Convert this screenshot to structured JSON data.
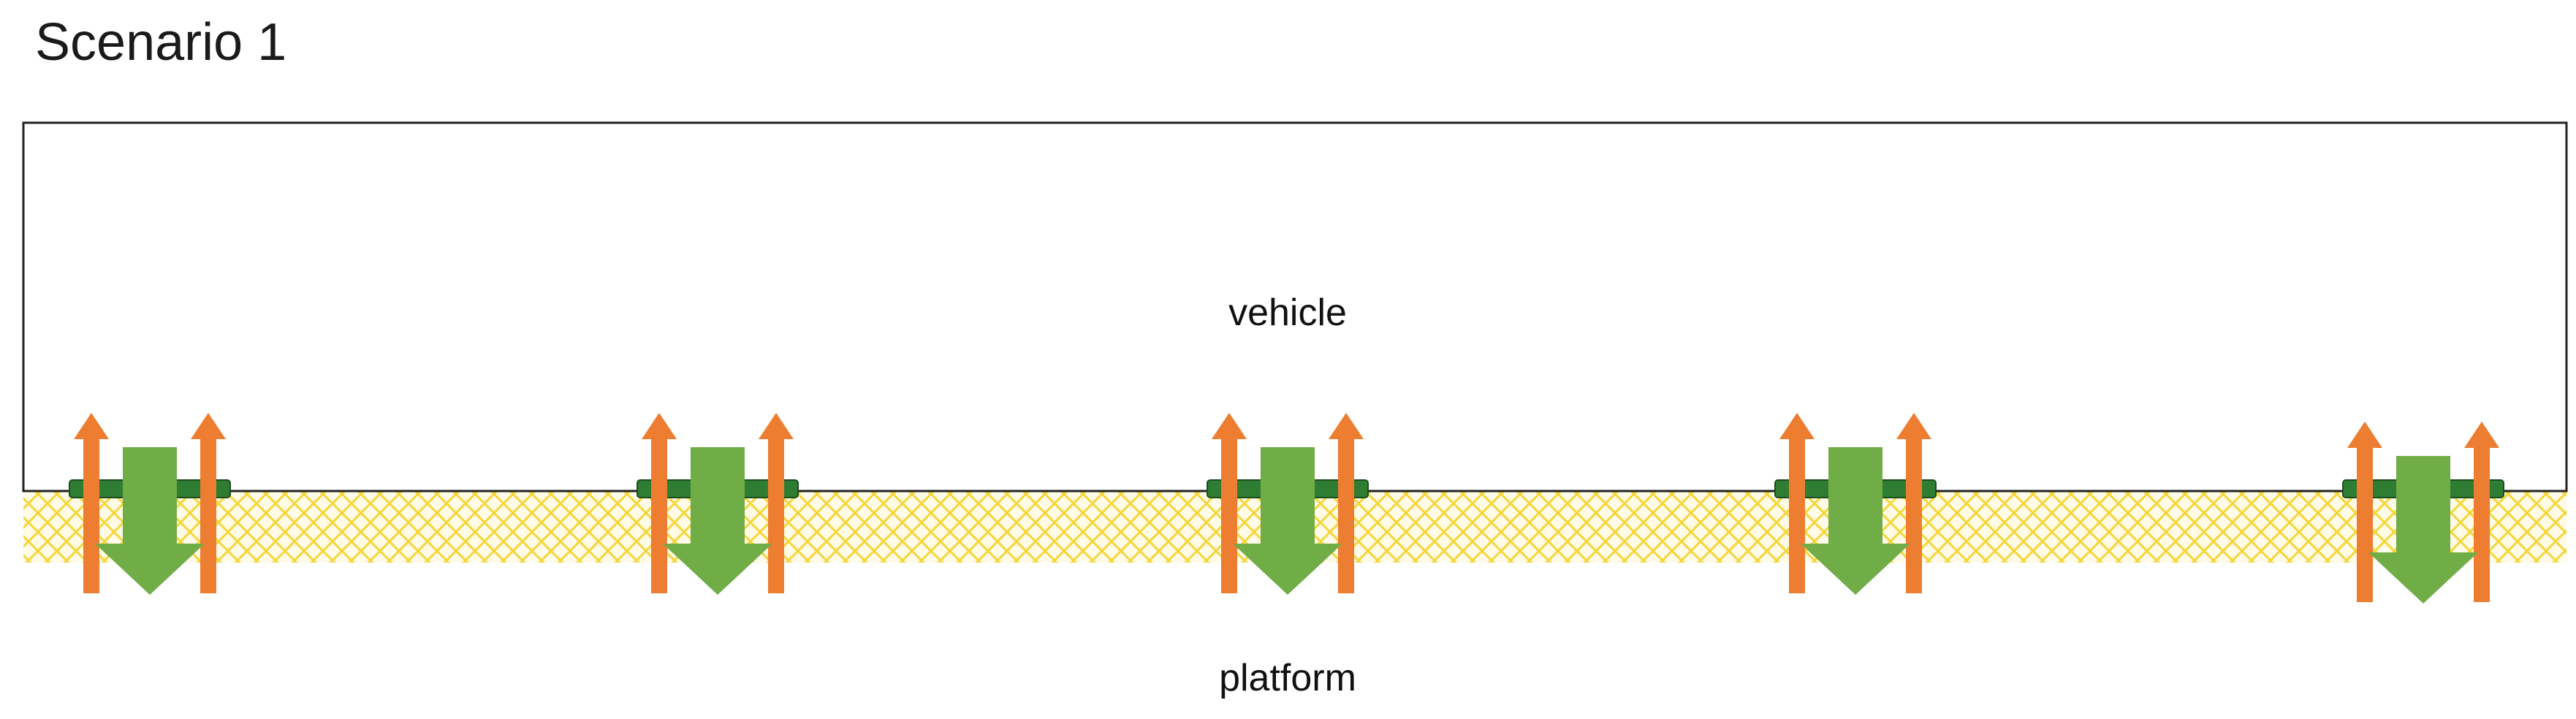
{
  "title": "Scenario 1",
  "labels": {
    "vehicle": "vehicle",
    "platform": "platform"
  },
  "legend_colors": {
    "vehicle_outline": "#222222",
    "platform_hatch": "#f5d63a",
    "connector": "#2e7d32",
    "up_arrow": "#ed7d31",
    "down_arrow": "#70ad47"
  },
  "connection_points": [
    {
      "name": "connection-1"
    },
    {
      "name": "connection-2"
    },
    {
      "name": "connection-3"
    },
    {
      "name": "connection-4"
    },
    {
      "name": "connection-5"
    }
  ]
}
